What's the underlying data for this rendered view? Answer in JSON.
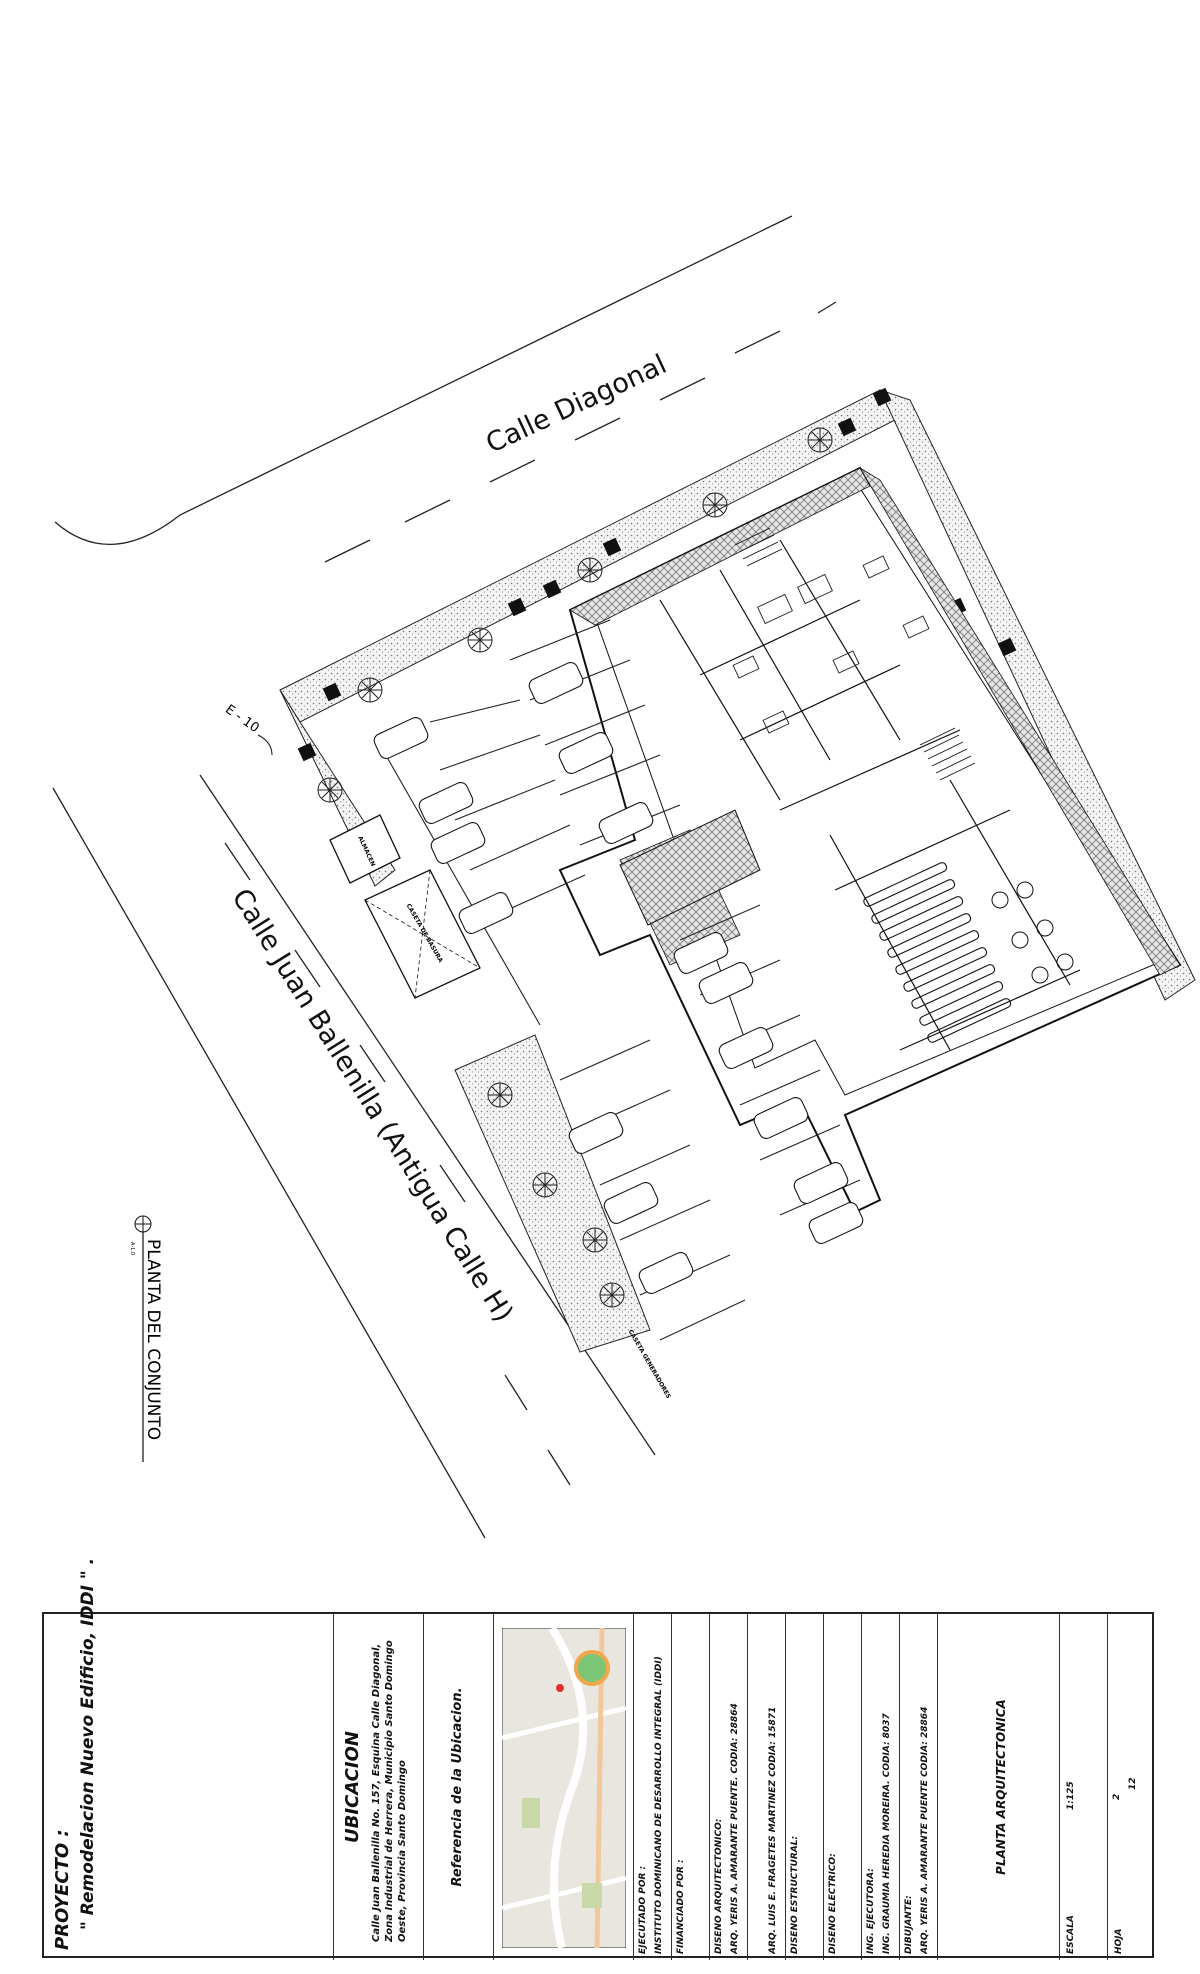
{
  "plan": {
    "streets": {
      "diagonal": "Calle Diagonal",
      "ballenilla": "Calle Juan Ballenilla (Antigua Calle H)"
    },
    "section_mark": "E - 10",
    "drawing_title": "PLANTA DEL CONJUNTO",
    "drawing_scale": "A-1.0",
    "labels": {
      "almacen": "ALMACEN",
      "caseta_basura": "CASETA DE BASURA",
      "caseta_generadores": "CASETA GENERADORES"
    }
  },
  "titleblock": {
    "proyecto_label": "PROYECTO :",
    "proyecto_name": "\" Remodelacion Nuevo Edificio, IDDI \" .",
    "ubicacion_title": "UBICACION",
    "ubicacion_addr": "Calle Juan Ballenilla No. 157, Esquina Calle Diagonal, Zona Industrial de Herrera, Municipio Santo Domingo Oeste, Provincia Santo Domingo",
    "referencia": "Referencia de la Ubicacion.",
    "rows": [
      {
        "label": "EJECUTADO POR :",
        "value": "INSTITUTO DOMINICANO DE DESARROLLO INTEGRAL (IDDI)"
      },
      {
        "label": "FINANCIADO POR :",
        "value": ""
      },
      {
        "label": "DISEÑO ARQUITECTONICO:",
        "value": "ARQ. YERIS A. AMARANTE PUENTE.   CODIA: 28864"
      },
      {
        "label": "",
        "value": "ARQ. LUIS E. FRAGETES MARTINEZ    CODIA: 15871"
      },
      {
        "label": "DISEÑO ESTRUCTURAL:",
        "value": ""
      },
      {
        "label": "DISEÑO ELECTRICO:",
        "value": ""
      },
      {
        "label": "ING. EJECUTORA:",
        "value": "ING. GRAUMIA HEREDIA MOREIRA.   CODIA: 8037"
      },
      {
        "label": "DIBUJANTE:",
        "value": "ARQ. YERIS A. AMARANTE PUENTE    CODIA: 28864"
      }
    ],
    "sheet_title": "PLANTA ARQUITECTONICA",
    "escala_label": "ESCALA",
    "escala_value": "1:125",
    "hoja_label": "HOJA",
    "hoja_num": "2",
    "hoja_total": "12"
  },
  "colors": {
    "line": "#1a1a1a",
    "hatch": "#555555",
    "paper": "#ffffff"
  }
}
